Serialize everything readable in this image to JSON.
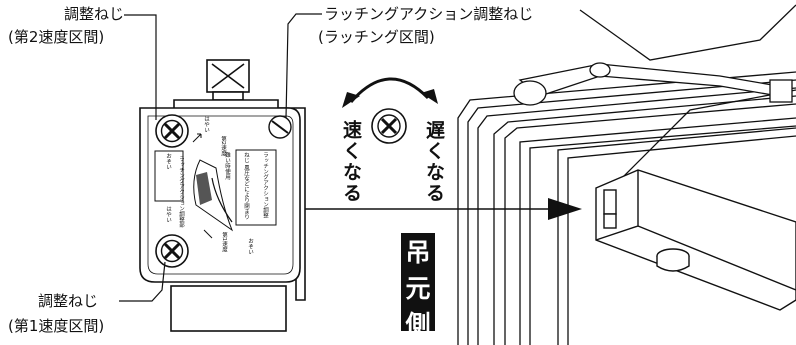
{
  "labels": {
    "adjust_screw_top": "調整ねじ",
    "adjust_screw_top_sub": "(第2速度区間)",
    "latching_screw": "ラッチングアクション調整ねじ",
    "latching_screw_sub": "(ラッチング区間)",
    "adjust_screw_bottom": "調整ねじ",
    "adjust_screw_bottom_sub": "(第1速度区間)",
    "faster": "速くなる",
    "slower": "遅くなる",
    "mount_side": [
      "吊",
      "元",
      "側"
    ]
  },
  "panel_text": {
    "second_speed": "第2速度",
    "first_speed": "第1速度",
    "latching": "ラッチングアクション調整部",
    "note": "ラッチングアクション調整ねじ 風圧などにより閉まり難い時使用",
    "fast_top": "はやい",
    "slow_top": "おそい",
    "fast_bottom": "はやい",
    "slow_bottom": "おそい"
  }
}
